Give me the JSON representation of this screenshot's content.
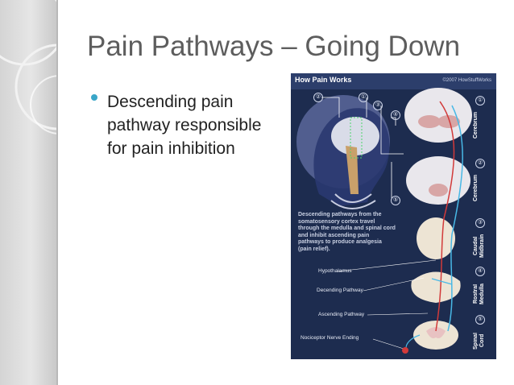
{
  "slide": {
    "title": "Pain Pathways – Going Down",
    "bullet": "Descending pain pathway responsible for pain inhibition"
  },
  "figure": {
    "title": "How Pain Works",
    "credit": "©2007 HowStuffWorks",
    "description": "Descending pathways from the somatosensory cortex travel through the medulla and spinal cord and inhibit ascending pain pathways to produce analgesia (pain relief).",
    "callouts": [
      "Hypothalamus",
      "Decending Pathway",
      "Ascending Pathway",
      "Nociceptor Nerve Ending"
    ],
    "markers": [
      {
        "num": "①",
        "label": "Cerebrum"
      },
      {
        "num": "②",
        "label": "Cerebrum"
      },
      {
        "num": "③",
        "label": "Caudal Midbrain"
      },
      {
        "num": "④",
        "label": "Rostral Medulla"
      },
      {
        "num": "⑤",
        "label": "Spinal Cord"
      }
    ],
    "head_markers": [
      "②",
      "①",
      "③",
      "④",
      "⑤"
    ]
  },
  "colors": {
    "title": "#5d5d5d",
    "bullet": "#3aa6c8",
    "figure_bg": "#1d2c4f",
    "descending": "#d23a3a",
    "ascending": "#48b8e6"
  }
}
